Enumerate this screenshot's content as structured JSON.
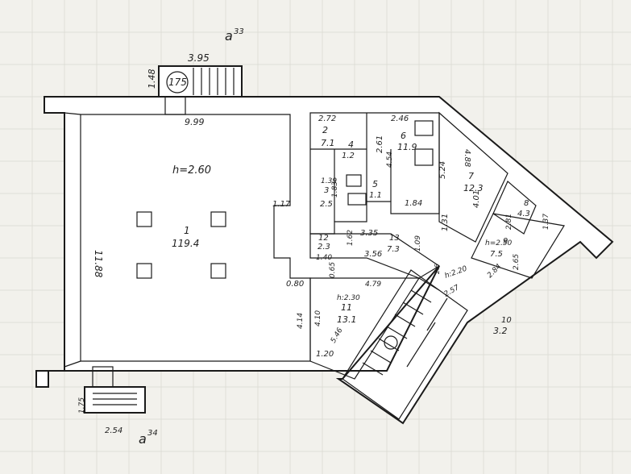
{
  "addresses": {
    "top": "a",
    "top_num": "33",
    "bottom": "a",
    "bottom_num": "34"
  },
  "stair_top": {
    "width": "3.95",
    "depth": "1.48",
    "badge": "175"
  },
  "stair_bottom": {
    "depth": "1.75",
    "width": "2.54"
  },
  "room1": {
    "num": "1",
    "area": "119.4",
    "height": "h=2.60",
    "width": "9.99",
    "length": "11.88"
  },
  "room2": {
    "num": "2",
    "area": "7.1",
    "dim_top": "2.72"
  },
  "room3": {
    "num": "3",
    "area": "2.5",
    "dim_a": "1.39",
    "dim_b": "1.83"
  },
  "room4": {
    "num": "4",
    "area": "1.2",
    "dim": "2.61"
  },
  "room5": {
    "num": "5",
    "area": "1.1",
    "dim": "1.84"
  },
  "room6": {
    "num": "6",
    "area": "11.9",
    "dim_top": "2.46",
    "dim_side": "4.54"
  },
  "room7": {
    "num": "7",
    "area": "12.3",
    "dim_a": "4.88",
    "dim_b": "5.24",
    "dim_c": "4.01",
    "dim_d": "1.31"
  },
  "room8": {
    "num": "8",
    "area": "4.3",
    "dim": "2.81"
  },
  "room9": {
    "num": "9",
    "area": "7.5",
    "height": "h=2.50",
    "dim_a": "1.37",
    "dim_b": "2.84",
    "dim_c": "2.65"
  },
  "room10": {
    "num": "10",
    "area": "3.2"
  },
  "room11": {
    "num": "11",
    "area": "13.1",
    "height": "h:2.30",
    "dim_a": "4.79",
    "dim_b": "4.10",
    "dim_c": "5.46"
  },
  "room12": {
    "num": "12",
    "area": "2.3",
    "dim": "1.40"
  },
  "room13": {
    "num": "13",
    "area": "7.3",
    "dim_a": "3.35",
    "dim_b": "3.56",
    "dim_c": "1.09"
  },
  "misc": {
    "d_117": "1.17",
    "d_162": "1.62",
    "d_080": "0.80",
    "d_065": "0.65",
    "d_414": "4.14",
    "d_120": "1.20",
    "d_420": "h:2.20",
    "d_257": "2.57",
    "d_26": "2.6"
  }
}
